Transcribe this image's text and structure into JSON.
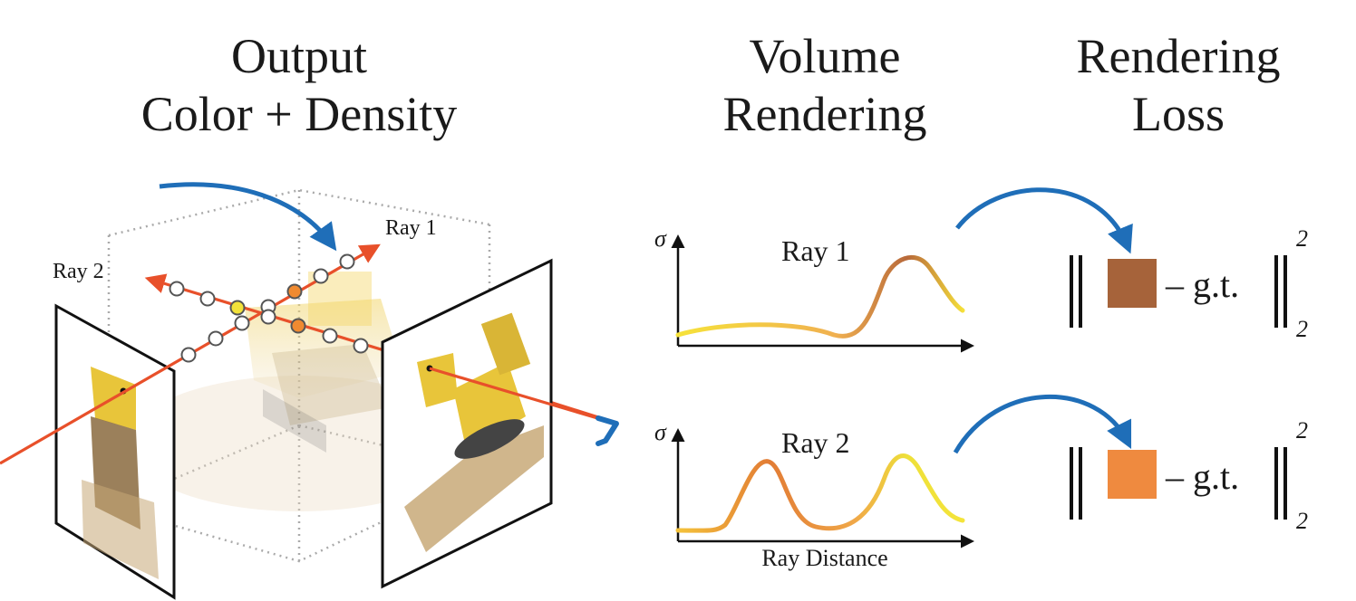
{
  "headings": {
    "output": [
      "Output",
      "Color + Density"
    ],
    "volume": [
      "Volume",
      "Rendering"
    ],
    "loss": [
      "Rendering",
      "Loss"
    ]
  },
  "scene": {
    "ray1_label": "Ray 1",
    "ray2_label": "Ray 2"
  },
  "plots": {
    "y_symbol": "σ",
    "ray1_title": "Ray 1",
    "ray2_title": "Ray 2",
    "x_label": "Ray Distance"
  },
  "loss": {
    "gt_text": "– g.t.",
    "superscript": "2",
    "subscript": "2",
    "ray1_color": "#A6633A",
    "ray2_color": "#EF8A3F"
  },
  "colors": {
    "ray": "#E8502A",
    "arrow": "#1F6EB8",
    "sample_yellow": "#F2E23A",
    "sample_orange": "#F08A30",
    "curve_start": "#F6E23A",
    "curve_mid": "#F0A848",
    "curve_peak": "#B8693A"
  }
}
